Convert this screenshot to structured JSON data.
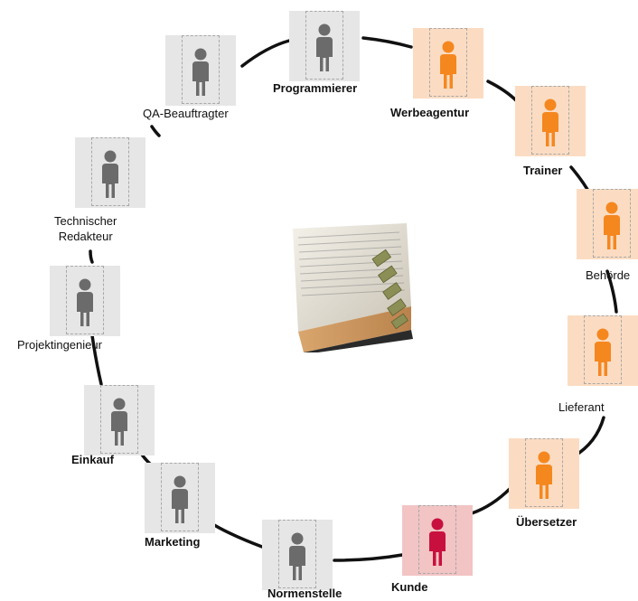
{
  "colors": {
    "ring": "#111111",
    "gray_bg": "#e6e6e6",
    "gray_figure": "#6b6b6b",
    "orange_bg": "#fbdcc2",
    "orange_figure": "#f5871f",
    "red_bg": "#f2c4c4",
    "red_figure": "#c8103f"
  },
  "center_image": {
    "icon": "book-with-index-tabs-icon"
  },
  "roles": [
    {
      "id": "programmierer",
      "label": "Programmierer",
      "color": "gray"
    },
    {
      "id": "werbeagentur",
      "label": "Werbeagentur",
      "color": "orange"
    },
    {
      "id": "trainer",
      "label": "Trainer",
      "color": "orange"
    },
    {
      "id": "behoerde",
      "label": "Behörde",
      "color": "orange"
    },
    {
      "id": "lieferant",
      "label": "Lieferant",
      "color": "orange"
    },
    {
      "id": "uebersetzer",
      "label": "Übersetzer",
      "color": "orange"
    },
    {
      "id": "kunde",
      "label": "Kunde",
      "color": "red"
    },
    {
      "id": "normenstelle",
      "label": "Normenstelle",
      "color": "gray"
    },
    {
      "id": "marketing",
      "label": "Marketing",
      "color": "gray"
    },
    {
      "id": "einkauf",
      "label": "Einkauf",
      "color": "gray"
    },
    {
      "id": "projektingenieur",
      "label": "Projektingenieur",
      "color": "gray"
    },
    {
      "id": "technischer-redakteur",
      "label": "Technischer\nRedakteur",
      "color": "gray"
    },
    {
      "id": "qa-beauftragter",
      "label": "QA-Beauftragter",
      "color": "gray"
    }
  ]
}
